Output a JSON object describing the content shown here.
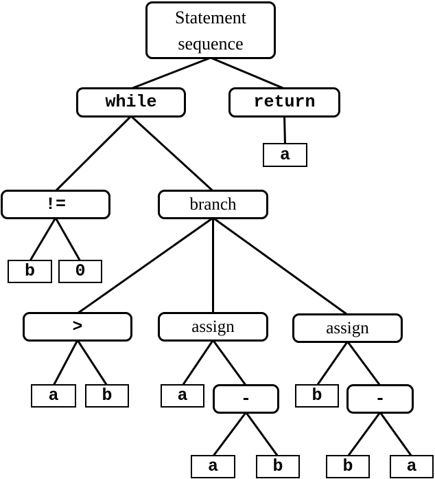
{
  "diagram": {
    "nodes": {
      "root": {
        "label": "Statement\nsequence"
      },
      "while": {
        "label": "while"
      },
      "return": {
        "label": "return"
      },
      "ret_a": {
        "label": "a"
      },
      "neq": {
        "label": "!="
      },
      "branch": {
        "label": "branch"
      },
      "neq_b": {
        "label": "b"
      },
      "neq_0": {
        "label": "0"
      },
      "gt": {
        "label": ">"
      },
      "assign1": {
        "label": "assign"
      },
      "assign2": {
        "label": "assign"
      },
      "gt_a": {
        "label": "a"
      },
      "gt_b": {
        "label": "b"
      },
      "as1_a": {
        "label": "a"
      },
      "minus1": {
        "label": "-"
      },
      "as2_b": {
        "label": "b"
      },
      "minus2": {
        "label": "-"
      },
      "m1_a": {
        "label": "a"
      },
      "m1_b": {
        "label": "b"
      },
      "m2_b": {
        "label": "b"
      },
      "m2_a": {
        "label": "a"
      }
    },
    "edges": [
      [
        "root",
        "while"
      ],
      [
        "root",
        "return"
      ],
      [
        "return",
        "ret_a"
      ],
      [
        "while",
        "neq"
      ],
      [
        "while",
        "branch"
      ],
      [
        "neq",
        "neq_b"
      ],
      [
        "neq",
        "neq_0"
      ],
      [
        "branch",
        "gt"
      ],
      [
        "branch",
        "assign1"
      ],
      [
        "branch",
        "assign2"
      ],
      [
        "gt",
        "gt_a"
      ],
      [
        "gt",
        "gt_b"
      ],
      [
        "assign1",
        "as1_a"
      ],
      [
        "assign1",
        "minus1"
      ],
      [
        "assign2",
        "as2_b"
      ],
      [
        "assign2",
        "minus2"
      ],
      [
        "minus1",
        "m1_a"
      ],
      [
        "minus1",
        "m1_b"
      ],
      [
        "minus2",
        "m2_b"
      ],
      [
        "minus2",
        "m2_a"
      ]
    ]
  }
}
